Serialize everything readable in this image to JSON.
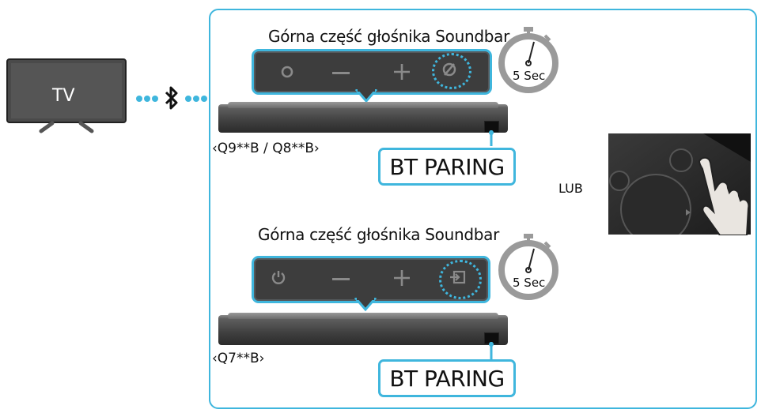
{
  "tv": {
    "label": "TV"
  },
  "sections": [
    {
      "heading": "Górna część głośnika Soundbar",
      "model": "‹Q9**B / Q8**B›",
      "button_label": "BT PARING",
      "timer_label": "5 Sec",
      "panel_icons": [
        "circle-power-icon",
        "minus-icon",
        "plus-icon",
        "multifunction-icon"
      ]
    },
    {
      "heading": "Górna część głośnika Soundbar",
      "model": "‹Q7**B›",
      "button_label": "BT PARING",
      "timer_label": "5 Sec",
      "panel_icons": [
        "power-icon",
        "minus-icon",
        "plus-icon",
        "input-source-icon"
      ]
    }
  ],
  "remote": {
    "or_label": "LUB"
  },
  "colors": {
    "accent": "#3fb6dd",
    "panel": "#3d3d3d",
    "soundbar": "#3a3a3a",
    "tv_screen": "#4a4a4a"
  },
  "icons": [
    "bluetooth-icon",
    "stopwatch-icon",
    "hand-icon"
  ]
}
